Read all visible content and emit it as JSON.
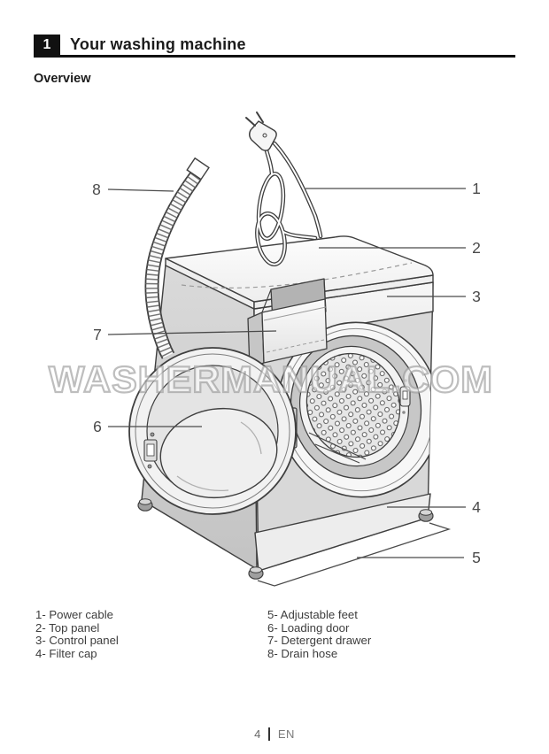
{
  "header": {
    "section_number": "1",
    "title": "Your washing machine"
  },
  "section": {
    "subtitle": "Overview"
  },
  "watermark": {
    "text": "WASHERMANUAL.COM"
  },
  "diagram": {
    "callouts": [
      {
        "n": "1",
        "part": "power-cable"
      },
      {
        "n": "2",
        "part": "top-panel"
      },
      {
        "n": "3",
        "part": "control-panel"
      },
      {
        "n": "4",
        "part": "filter-cap"
      },
      {
        "n": "5",
        "part": "adjustable-feet"
      },
      {
        "n": "6",
        "part": "loading-door"
      },
      {
        "n": "7",
        "part": "detergent-drawer"
      },
      {
        "n": "8",
        "part": "drain-hose"
      }
    ]
  },
  "legend": {
    "left": [
      "1- Power cable",
      "2- Top panel",
      "3- Control panel",
      "4- Filter cap"
    ],
    "right": [
      "5- Adjustable feet",
      "6- Loading door",
      "7- Detergent drawer",
      "8- Drain hose"
    ]
  },
  "footer": {
    "page_number": "4",
    "language": "EN"
  },
  "colors": {
    "line": "#3f3f3f",
    "label": "#4a4a4a",
    "watermark_stroke": "#a5a5a5",
    "accent": "#111111"
  }
}
